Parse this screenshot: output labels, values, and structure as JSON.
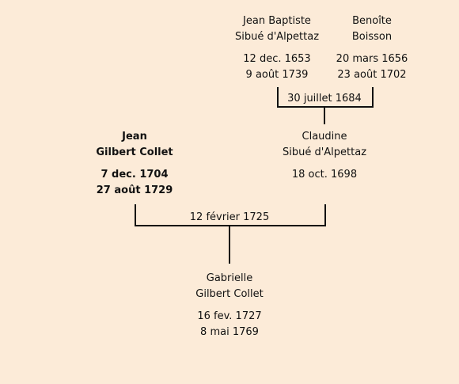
{
  "people": {
    "jean_baptiste": {
      "given": "Jean Baptiste",
      "surname": "Sibué d'Alpettaz",
      "birth": "12 dec. 1653",
      "death": "9 août 1739"
    },
    "benoite": {
      "given": "Benoîte",
      "surname": "Boisson",
      "birth": "20 mars 1656",
      "death": "23 août 1702"
    },
    "jean": {
      "given": "Jean",
      "surname": "Gilbert Collet",
      "birth": "7 dec. 1704",
      "death": "27 août 1729"
    },
    "claudine": {
      "given": "Claudine",
      "surname": "Sibué d'Alpettaz",
      "birth": "18 oct. 1698"
    },
    "gabrielle": {
      "given": "Gabrielle",
      "surname": "Gilbert Collet",
      "birth": "16 fev. 1727",
      "death": "8 mai 1769"
    }
  },
  "marriages": {
    "top": "30 juillet 1684",
    "bottom": "12 février 1725"
  }
}
